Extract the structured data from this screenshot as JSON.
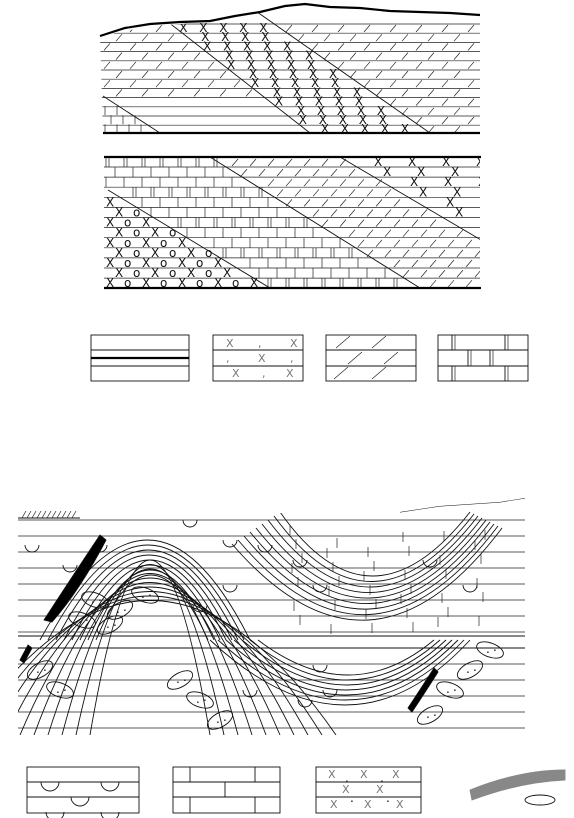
{
  "figure": {
    "panels": [
      "section-upper-a",
      "section-upper-b",
      "legend-upper",
      "section-lower",
      "legend-lower"
    ],
    "colors": {
      "ink": "#111111",
      "shade": "#888888"
    },
    "icons": [
      "x-symbol",
      "circle-symbol",
      "comma-symbol",
      "half-circle-symbol",
      "dot-symbol"
    ]
  },
  "symbols": {
    "x": "X",
    "comma": ",",
    "o": "o",
    "dot": "."
  }
}
